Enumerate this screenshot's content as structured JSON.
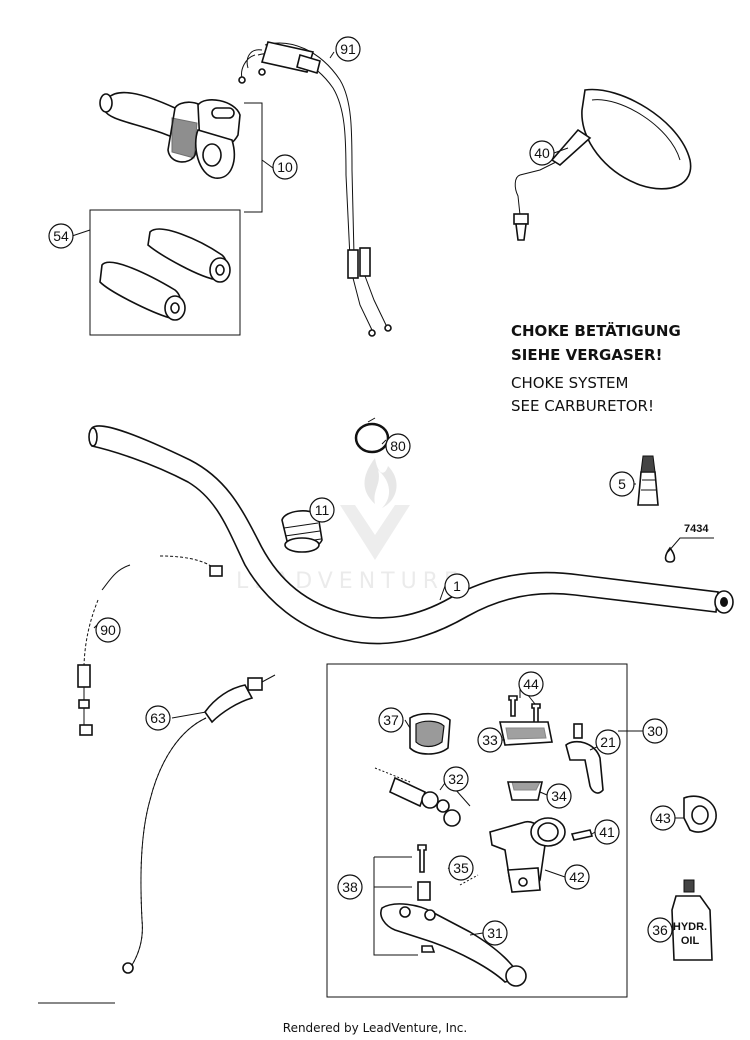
{
  "callouts": [
    "91",
    "10",
    "54",
    "40",
    "80",
    "11",
    "5",
    "7434",
    "1",
    "90",
    "63",
    "44",
    "37",
    "33",
    "21",
    "30",
    "32",
    "34",
    "41",
    "43",
    "35",
    "42",
    "38",
    "31",
    "36"
  ],
  "choke_note": {
    "line1": "CHOKE BETÄTIGUNG",
    "line2": "SIEHE VERGASER!",
    "line3": "CHOKE SYSTEM",
    "line4": "SEE CARBURETOR!"
  },
  "watermark": "LEADVENTURE",
  "footer": "Rendered by LeadVenture, Inc.",
  "bottle_label": {
    "line1": "HYDR.",
    "line2": "OIL"
  },
  "icons": [
    "flame-watermark-icon"
  ]
}
